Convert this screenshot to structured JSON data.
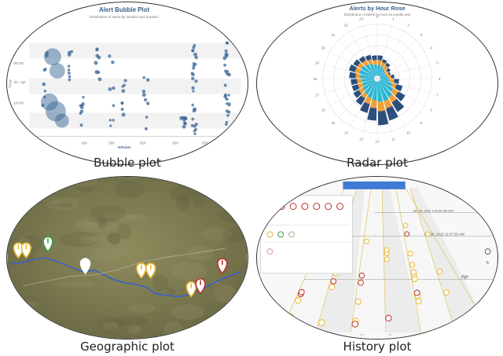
{
  "captions": {
    "bubble": "Bubble plot",
    "radar": "Radar plot",
    "geo": "Geographic plot",
    "history": "History plot"
  },
  "bubble": {
    "title": "Alert Bubble Plot",
    "subtitle": "Distribution of alerts by location and duration",
    "ylabel": "Time",
    "xlabel": "KPoint",
    "yticks": [
      "06:00",
      "20. Apr",
      "18:00"
    ],
    "xticks": [
      "450",
      "500",
      "550",
      "600",
      "650"
    ]
  },
  "radar": {
    "title": "Alerts by Hour Rose",
    "subtitle": "Distribution of alerts by hour as a polar plot",
    "hours": [
      "0",
      "1",
      "2",
      "3",
      "4",
      "5",
      "6",
      "7",
      "8",
      "9",
      "10",
      "11",
      "12",
      "13",
      "14",
      "15",
      "16",
      "17",
      "18",
      "19",
      "20",
      "21",
      "22",
      "23"
    ]
  },
  "history": {
    "timestamps": [
      "Apr 20, 2015 1:00:00 AM BST",
      "Apr 20, 2015 11:07:50 AM",
      "Apr"
    ],
    "xlabels": [
      "Km",
      "Km",
      "Km",
      "Km",
      "Km",
      "Km",
      "Km"
    ]
  },
  "colors": {
    "bubble_point": "#3a6796",
    "radar_cyan": "#29b6d6",
    "radar_orange": "#f0a035",
    "radar_navy": "#2d4f7c",
    "alert_yellow": "#e8b830",
    "alert_red": "#b8322b",
    "alert_green": "#3f9a4a",
    "route_blue": "#3c5fc8"
  }
}
